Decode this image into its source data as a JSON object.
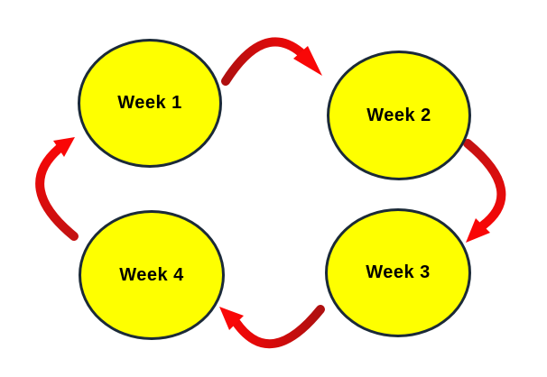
{
  "diagram": {
    "type": "cycle",
    "nodes": [
      {
        "id": "week1",
        "label": "Week 1",
        "position": "top-left"
      },
      {
        "id": "week2",
        "label": "Week 2",
        "position": "top-right"
      },
      {
        "id": "week3",
        "label": "Week 3",
        "position": "bottom-right"
      },
      {
        "id": "week4",
        "label": "Week 4",
        "position": "bottom-left"
      }
    ],
    "edges": [
      {
        "from": "Week 1",
        "to": "Week 2",
        "side": "top"
      },
      {
        "from": "Week 2",
        "to": "Week 3",
        "side": "right"
      },
      {
        "from": "Week 3",
        "to": "Week 4",
        "side": "bottom"
      },
      {
        "from": "Week 4",
        "to": "Week 1",
        "side": "left"
      }
    ],
    "flow": "clockwise",
    "colors": {
      "node_fill": "#FEFF00",
      "node_border": "#1B2A38",
      "arrow_tail": "#AF1010",
      "arrow_head": "#FB0606",
      "label_text": "#000000",
      "background": "#FFFFFF"
    }
  }
}
